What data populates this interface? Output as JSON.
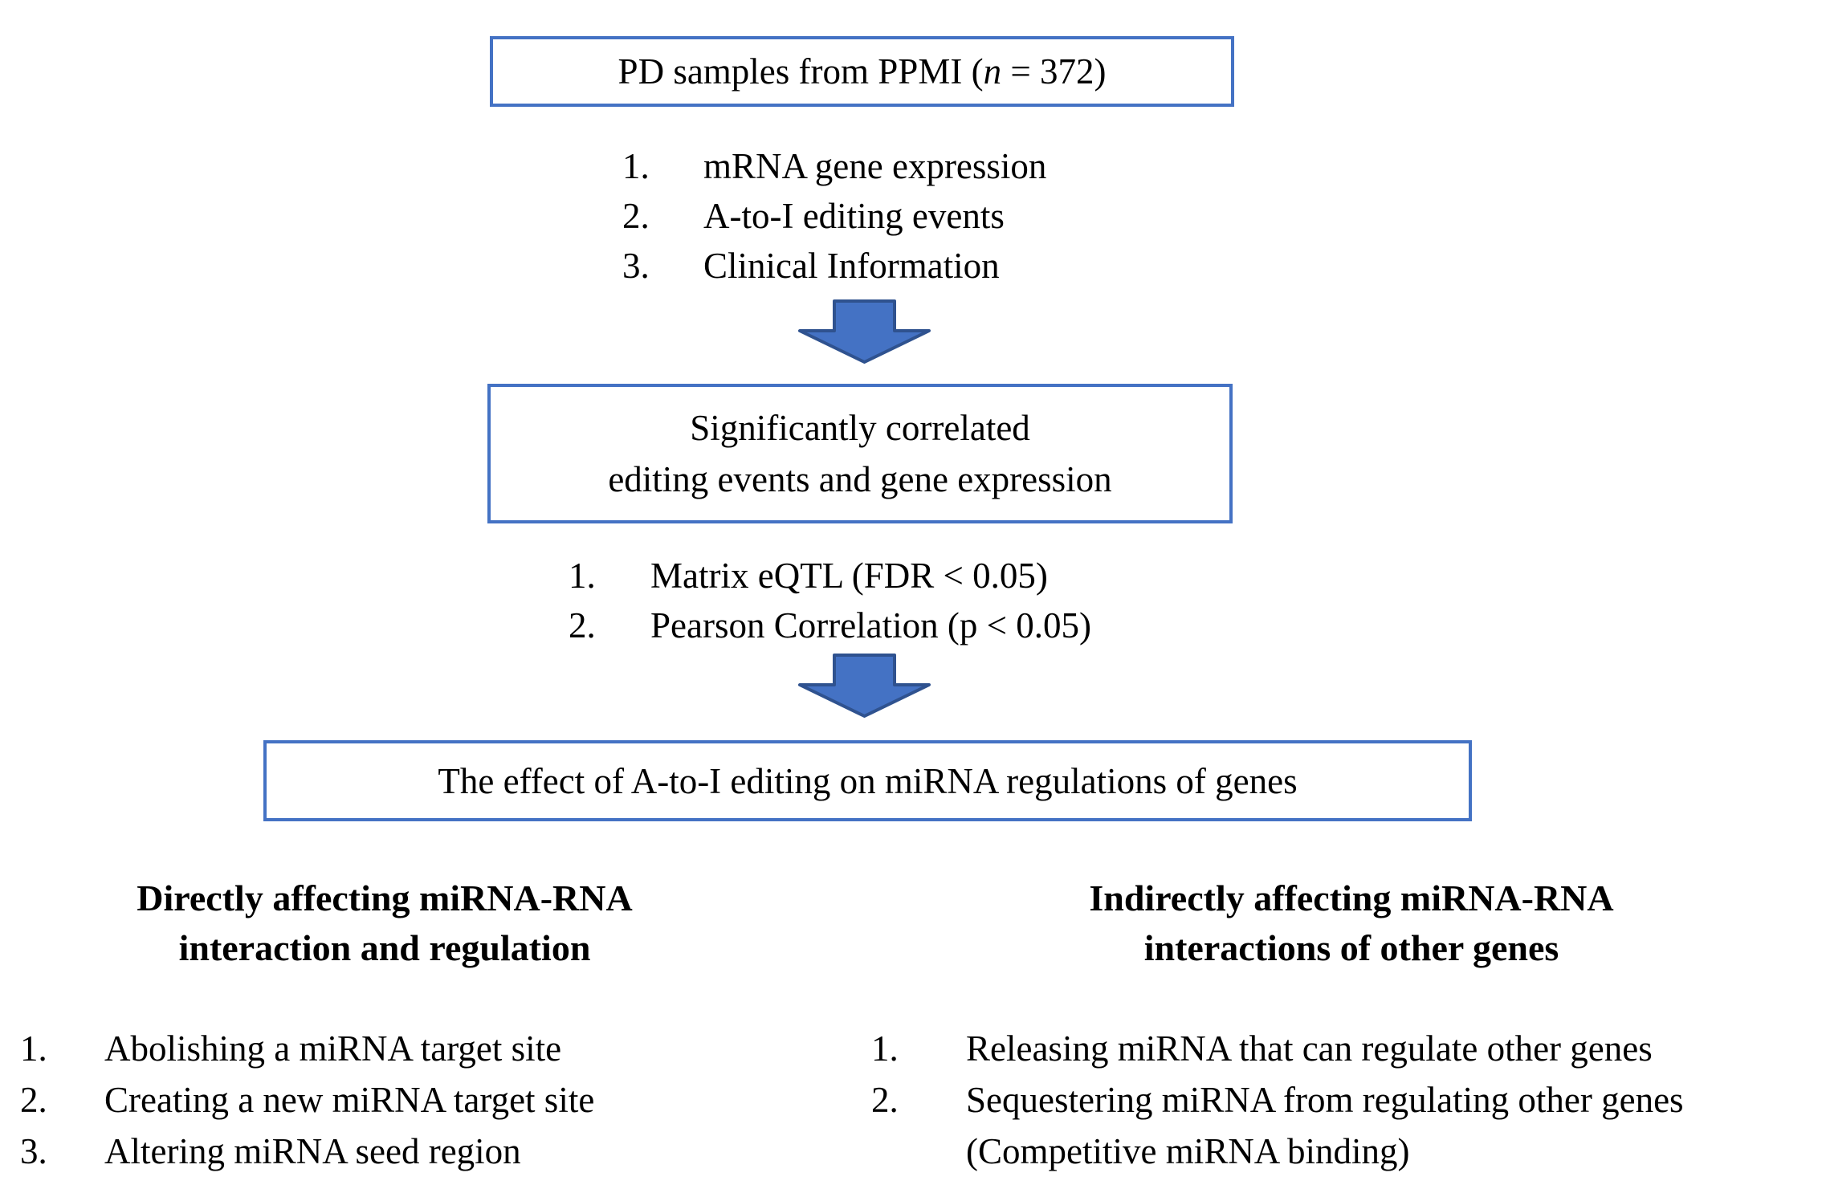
{
  "colors": {
    "box_border": "#4472C4",
    "arrow_fill": "#4472C4",
    "arrow_stroke": "#2F528F",
    "text": "#000000",
    "background": "#ffffff"
  },
  "flowchart": {
    "box1": {
      "prefix": "PD samples from PPMI (",
      "italic_var": "n",
      "suffix": " = 372)"
    },
    "list1": {
      "items": [
        {
          "num": "1.",
          "text": "mRNA gene expression"
        },
        {
          "num": "2.",
          "text": "A-to-I editing events"
        },
        {
          "num": "3.",
          "text": "Clinical Information"
        }
      ]
    },
    "box2": {
      "line1": "Significantly correlated",
      "line2": "editing events and gene expression"
    },
    "list2": {
      "items": [
        {
          "num": "1.",
          "text": "Matrix eQTL (FDR < 0.05)"
        },
        {
          "num": "2.",
          "text": "Pearson Correlation (p < 0.05)"
        }
      ]
    },
    "box3": {
      "text": "The effect of A-to-I editing on miRNA regulations of genes"
    },
    "left_branch": {
      "heading_line1": "Directly affecting miRNA-RNA",
      "heading_line2": "interaction and regulation",
      "items": [
        {
          "num": "1.",
          "text": "Abolishing a miRNA target site"
        },
        {
          "num": "2.",
          "text": "Creating a new miRNA target site"
        },
        {
          "num": "3.",
          "text": "Altering miRNA seed region"
        }
      ]
    },
    "right_branch": {
      "heading_line1": "Indirectly affecting miRNA-RNA",
      "heading_line2": "interactions of other genes",
      "items": [
        {
          "num": "1.",
          "line1": "Releasing miRNA that can regulate other genes"
        },
        {
          "num": "2.",
          "line1": "Sequestering miRNA from regulating other genes",
          "line2": "(Competitive miRNA binding)"
        }
      ]
    }
  }
}
